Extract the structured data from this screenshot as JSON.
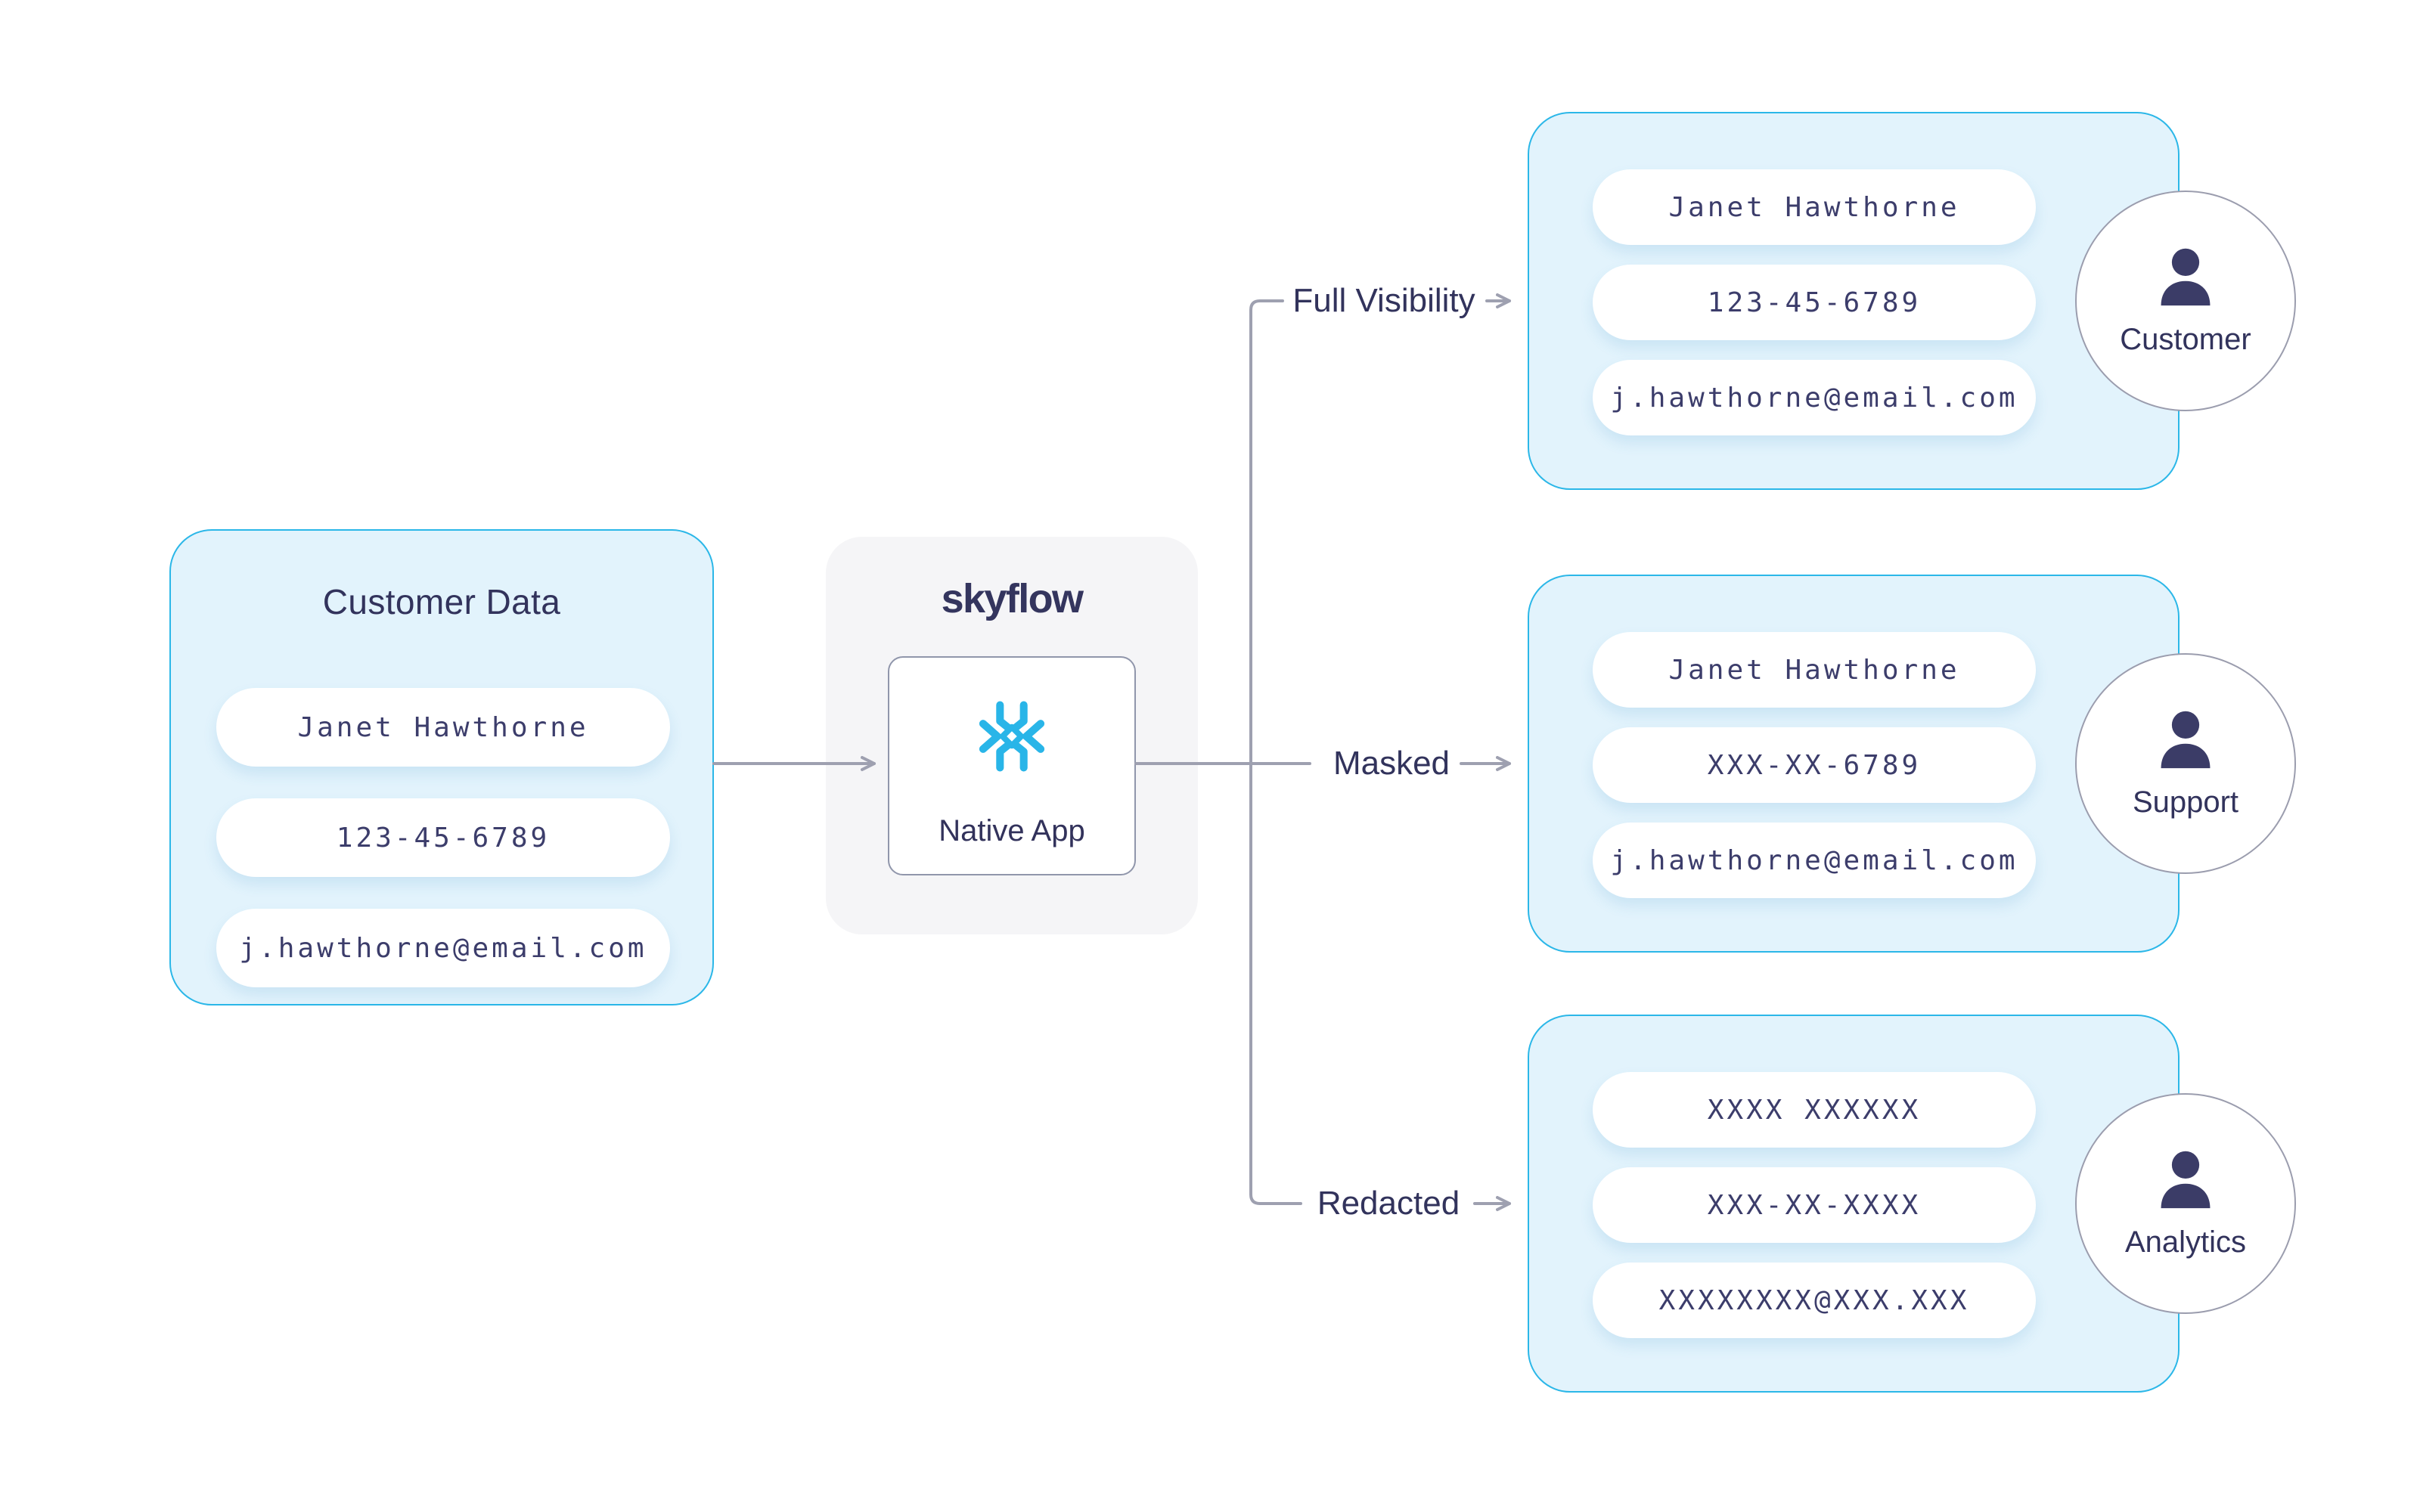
{
  "diagram": {
    "source": {
      "title": "Customer Data",
      "fields": [
        "Janet Hawthorne",
        "123-45-6789",
        "j.hawthorne@email.com"
      ]
    },
    "processor": {
      "brand": "skyflow",
      "app_label": "Native App",
      "logo": "snowflake-icon"
    },
    "branches": [
      {
        "label": "Full Visibility",
        "actor": "Customer",
        "fields": [
          "Janet Hawthorne",
          "123-45-6789",
          "j.hawthorne@email.com"
        ]
      },
      {
        "label": "Masked",
        "actor": "Support",
        "fields": [
          "Janet Hawthorne",
          "XXX-XX-6789",
          "j.hawthorne@email.com"
        ]
      },
      {
        "label": "Redacted",
        "actor": "Analytics",
        "fields": [
          "XXXX XXXXXX",
          "XXX-XX-XXXX",
          "XXXXXXXX@XXX.XXX"
        ]
      }
    ],
    "colors": {
      "accent_cyan": "#2BB7E8",
      "panel_blue": "#E2F3FC",
      "panel_gray": "#F5F5F7",
      "text_navy": "#32335C",
      "mono_navy": "#3C3D6B",
      "line_gray": "#9EA0B0",
      "circle_border": "#9B9DAE",
      "snowflake_blue": "#29B5E8",
      "icon_navy": "#3B3C67"
    }
  }
}
